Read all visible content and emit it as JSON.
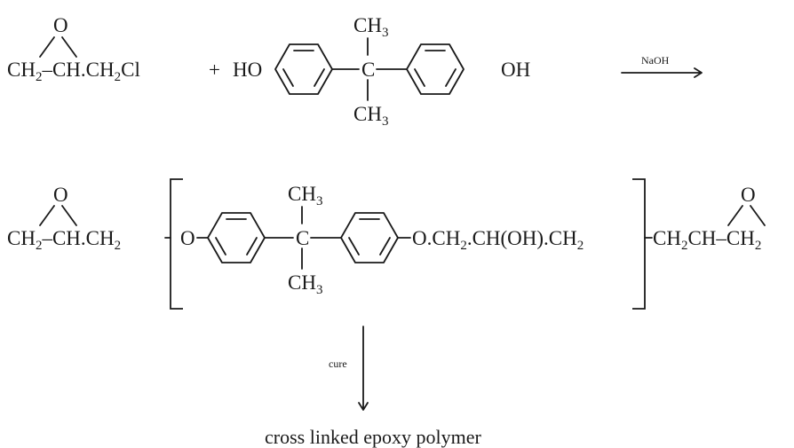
{
  "reaction1": {
    "epoxide_oxygen": "O",
    "epichlorohydrin_ch2": "CH",
    "epichlorohydrin_sub2": "2",
    "epichlorohydrin_rest": "CH.CH",
    "epichlorohydrin_sub2b": "2",
    "epichlorohydrin_cl": "Cl",
    "plus": "+",
    "ho": "HO",
    "methyl_top": "CH",
    "methyl_top_sub": "3",
    "central_carbon": "C",
    "methyl_bottom": "CH",
    "methyl_bottom_sub": "3",
    "oh": "OH",
    "reagent": "NaOH"
  },
  "product": {
    "left_oxygen": "O",
    "left_ch2": "CH",
    "left_sub2": "2",
    "left_rest": "CH.CH",
    "left_sub2b": "2",
    "ring_o_left": "O",
    "methyl_top": "CH",
    "methyl_top_sub": "3",
    "central_carbon": "C",
    "methyl_bottom": "CH",
    "methyl_bottom_sub": "3",
    "chain_o": "O.CH",
    "chain_sub1": "2",
    "chain_mid": ".CH(OH).CH",
    "chain_sub2": "2",
    "right_ch2": "CH",
    "right_sub1": "2",
    "right_ch": "CH",
    "right_end": "CH",
    "right_sub2": "2",
    "right_oxygen": "O"
  },
  "cure_step": {
    "label": "cure",
    "result": "cross linked epoxy polymer"
  }
}
